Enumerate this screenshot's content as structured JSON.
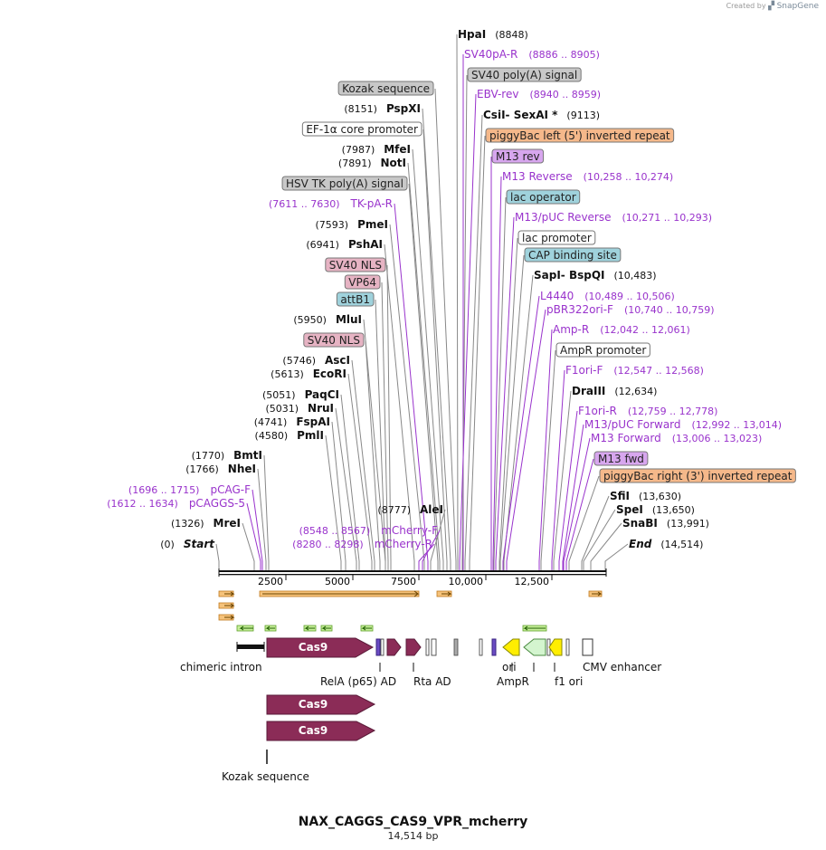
{
  "brand": {
    "created_by": "Created by",
    "name": "SnapGene"
  },
  "plasmid": {
    "name": "NAX_CAGGS_CAS9_VPR_mcherry",
    "length": "14,514 bp"
  },
  "colors": {
    "primer": "#9933cc",
    "enzyme": "#000000",
    "orange": "#f5b88a",
    "orange_border": "#c98a55",
    "gray": "#c8c8c8",
    "teal": "#9fd2dc",
    "pink": "#e6b3c3",
    "purple": "#d7a6ee",
    "cds": "#8b2c57",
    "yellow": "#ffee00",
    "lightgreen": "#d4f5cf",
    "arrow_orange": "#f0a030"
  },
  "ruler": {
    "ticks": [
      "2500",
      "5000",
      "7500",
      "10,000",
      "12,500"
    ]
  },
  "labels": [
    {
      "kind": "enzyme",
      "name": "HpaI",
      "pos": "(8848)",
      "order": "name-pos"
    },
    {
      "kind": "primer",
      "name": "SV40pA-R",
      "pos": "(8886 .. 8905)",
      "order": "name-pos"
    },
    {
      "kind": "box",
      "style": "gray",
      "name": "SV40 poly(A) signal"
    },
    {
      "kind": "primer",
      "name": "EBV-rev",
      "pos": "(8940 .. 8959)",
      "order": "name-pos"
    },
    {
      "kind": "enzyme",
      "name": "CsiI",
      "name2": "SexAI *",
      "pos": "(9113)",
      "order": "name-pos"
    },
    {
      "kind": "box",
      "style": "orange",
      "name": "piggyBac left (5') inverted repeat"
    },
    {
      "kind": "box",
      "style": "purple",
      "name": "M13 rev"
    },
    {
      "kind": "primer",
      "name": "M13 Reverse",
      "pos": "(10,258 .. 10,274)",
      "order": "name-pos"
    },
    {
      "kind": "box",
      "style": "teal",
      "name": "lac operator"
    },
    {
      "kind": "primer",
      "name": "M13/pUC Reverse",
      "pos": "(10,271 .. 10,293)",
      "order": "name-pos"
    },
    {
      "kind": "box",
      "style": "white",
      "name": "lac promoter"
    },
    {
      "kind": "box",
      "style": "teal",
      "name": "CAP binding site"
    },
    {
      "kind": "enzyme",
      "name": "SapI",
      "name2": "BspQI",
      "pos": "(10,483)",
      "order": "name-pos"
    },
    {
      "kind": "primer",
      "name": "L4440",
      "pos": "(10,489 .. 10,506)",
      "order": "name-pos"
    },
    {
      "kind": "primer",
      "name": "pBR322ori-F",
      "pos": "(10,740 .. 10,759)",
      "order": "name-pos"
    },
    {
      "kind": "primer",
      "name": "Amp-R",
      "pos": "(12,042 .. 12,061)",
      "order": "name-pos"
    },
    {
      "kind": "box",
      "style": "white",
      "name": "AmpR promoter"
    },
    {
      "kind": "primer",
      "name": "F1ori-F",
      "pos": "(12,547 .. 12,568)",
      "order": "name-pos"
    },
    {
      "kind": "enzyme",
      "name": "DraIII",
      "pos": "(12,634)",
      "order": "name-pos"
    },
    {
      "kind": "primer",
      "name": "F1ori-R",
      "pos": "(12,759 .. 12,778)",
      "order": "name-pos"
    },
    {
      "kind": "primer",
      "name": "M13/pUC Forward",
      "pos": "(12,992 .. 13,014)",
      "order": "name-pos"
    },
    {
      "kind": "primer",
      "name": "M13 Forward",
      "pos": "(13,006 .. 13,023)",
      "order": "name-pos"
    },
    {
      "kind": "box",
      "style": "purple",
      "name": "M13 fwd"
    },
    {
      "kind": "box",
      "style": "orange",
      "name": "piggyBac right (3') inverted repeat"
    },
    {
      "kind": "enzyme",
      "name": "SfiI",
      "pos": "(13,630)",
      "order": "name-pos"
    },
    {
      "kind": "enzyme",
      "name": "SpeI",
      "pos": "(13,650)",
      "order": "name-pos"
    },
    {
      "kind": "enzyme",
      "name": "SnaBI",
      "pos": "(13,991)",
      "order": "name-pos"
    },
    {
      "kind": "enzyme-italic",
      "name": "End",
      "pos": "(14,514)",
      "order": "name-pos"
    },
    {
      "kind": "box",
      "style": "gray",
      "name": "Kozak sequence"
    },
    {
      "kind": "enzyme",
      "name": "PspXI",
      "pos": "(8151)",
      "order": "pos-name"
    },
    {
      "kind": "box",
      "style": "white",
      "name": "EF-1α core promoter"
    },
    {
      "kind": "enzyme",
      "name": "MfeI",
      "pos": "(7987)",
      "order": "pos-name"
    },
    {
      "kind": "enzyme",
      "name": "NotI",
      "pos": "(7891)",
      "order": "pos-name"
    },
    {
      "kind": "box",
      "style": "gray",
      "name": "HSV TK poly(A) signal"
    },
    {
      "kind": "primer",
      "name": "TK-pA-R",
      "pos": "(7611 .. 7630)",
      "order": "pos-name"
    },
    {
      "kind": "enzyme",
      "name": "PmeI",
      "pos": "(7593)",
      "order": "pos-name"
    },
    {
      "kind": "enzyme",
      "name": "PshAI",
      "pos": "(6941)",
      "order": "pos-name"
    },
    {
      "kind": "box",
      "style": "pink",
      "name": "SV40 NLS"
    },
    {
      "kind": "box",
      "style": "pink",
      "name": "VP64"
    },
    {
      "kind": "box",
      "style": "teal",
      "name": "attB1"
    },
    {
      "kind": "enzyme",
      "name": "MluI",
      "pos": "(5950)",
      "order": "pos-name"
    },
    {
      "kind": "box",
      "style": "pink",
      "name": "SV40 NLS"
    },
    {
      "kind": "enzyme",
      "name": "AscI",
      "pos": "(5746)",
      "order": "pos-name"
    },
    {
      "kind": "enzyme",
      "name": "EcoRI",
      "pos": "(5613)",
      "order": "pos-name"
    },
    {
      "kind": "enzyme",
      "name": "PaqCI",
      "pos": "(5051)",
      "order": "pos-name"
    },
    {
      "kind": "enzyme",
      "name": "NruI",
      "pos": "(5031)",
      "order": "pos-name"
    },
    {
      "kind": "enzyme",
      "name": "FspAI",
      "pos": "(4741)",
      "order": "pos-name"
    },
    {
      "kind": "enzyme",
      "name": "PmlI",
      "pos": "(4580)",
      "order": "pos-name"
    },
    {
      "kind": "enzyme",
      "name": "BmtI",
      "pos": "(1770)",
      "order": "pos-name"
    },
    {
      "kind": "enzyme",
      "name": "NheI",
      "pos": "(1766)",
      "order": "pos-name"
    },
    {
      "kind": "primer",
      "name": "pCAG-F",
      "pos": "(1696 .. 1715)",
      "order": "pos-name"
    },
    {
      "kind": "primer",
      "name": "pCAGGS-5",
      "pos": "(1612 .. 1634)",
      "order": "pos-name"
    },
    {
      "kind": "enzyme",
      "name": "MreI",
      "pos": "(1326)",
      "order": "pos-name"
    },
    {
      "kind": "enzyme-italic",
      "name": "Start",
      "pos": "(0)",
      "order": "pos-name"
    },
    {
      "kind": "enzyme",
      "name": "AleI",
      "pos": "(8777)",
      "order": "pos-name"
    },
    {
      "kind": "primer",
      "name": "mCherry-F",
      "pos": "(8548 .. 8567)",
      "order": "pos-name"
    },
    {
      "kind": "primer",
      "name": "mCherry-R",
      "pos": "(8280 .. 8298)",
      "order": "pos-name"
    }
  ],
  "features": {
    "cas9": "Cas9",
    "chimeric_intron": "chimeric intron",
    "rela": "RelA (p65) AD",
    "rta": "Rta AD",
    "ori": "ori",
    "ampr": "AmpR",
    "f1ori": "f1 ori",
    "cmv": "CMV enhancer",
    "kozak": "Kozak sequence"
  }
}
